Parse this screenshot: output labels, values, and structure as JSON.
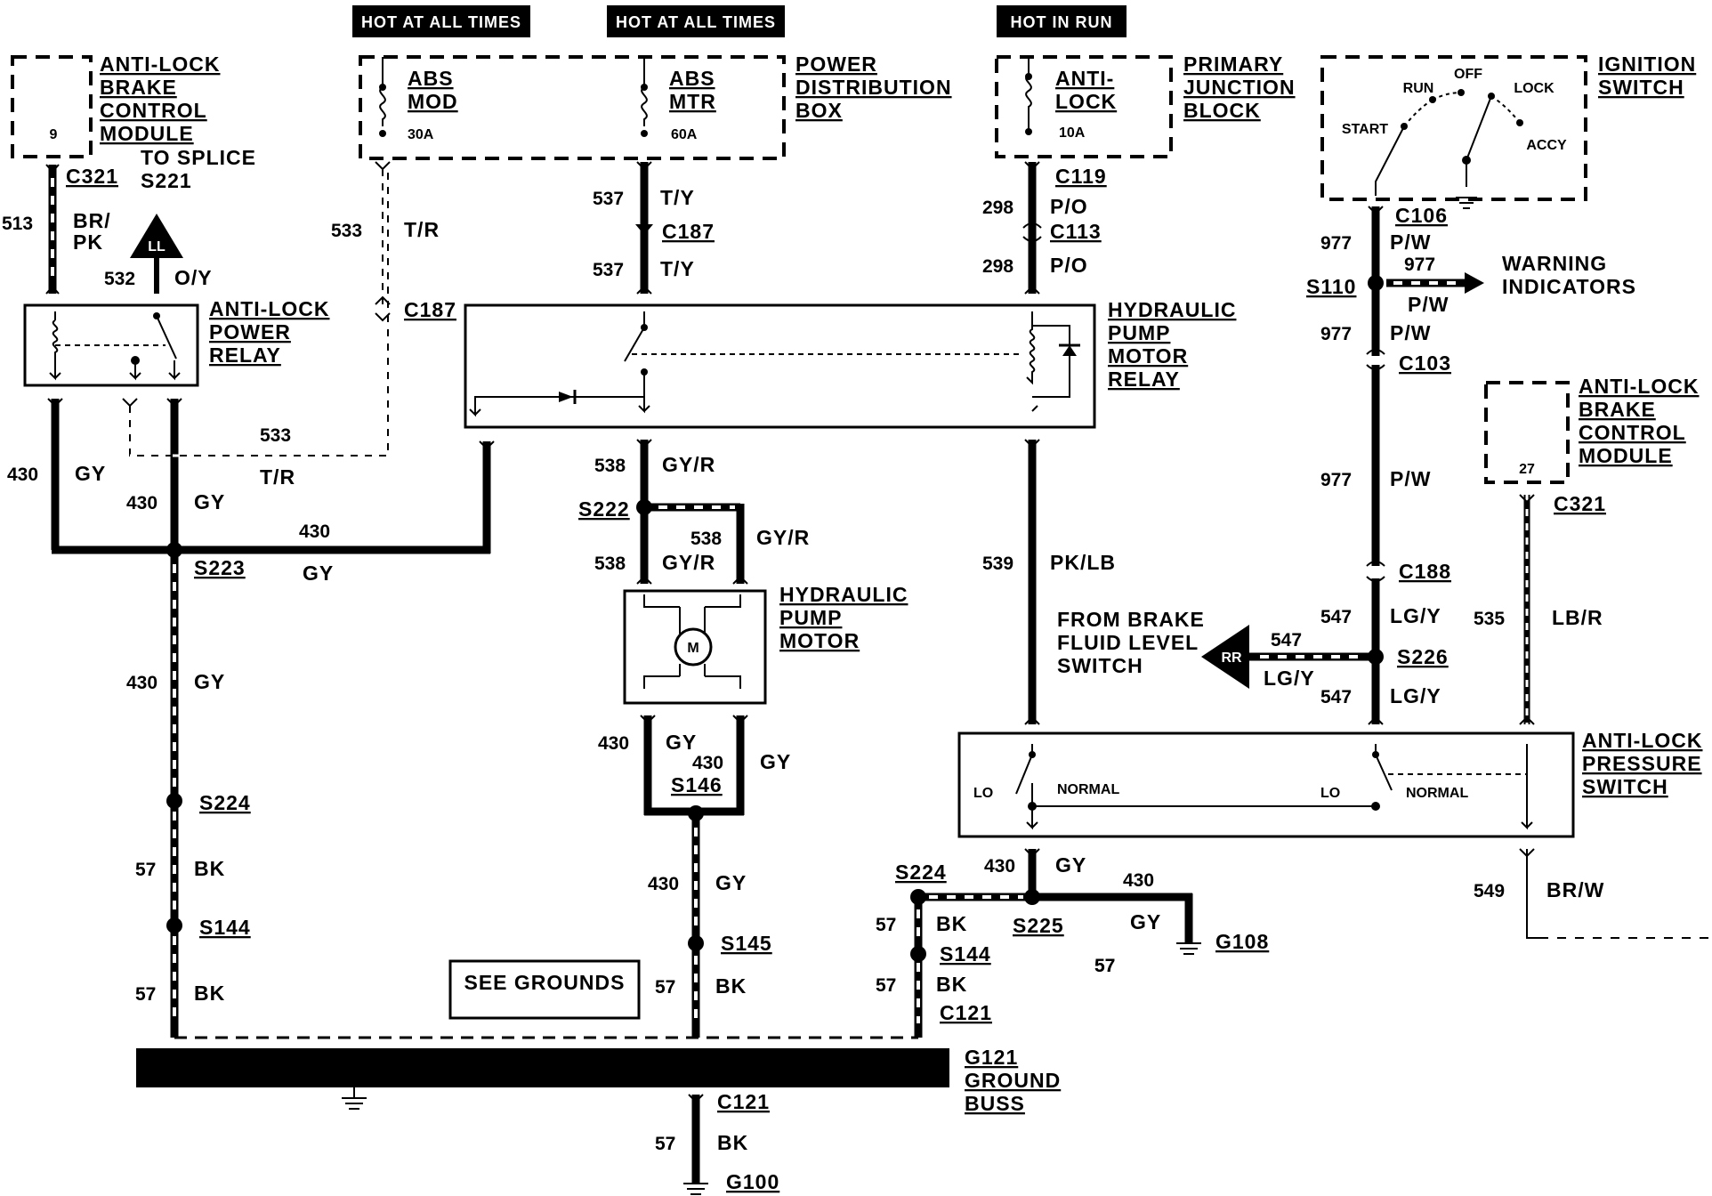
{
  "headers": {
    "hot_all_1": "HOT AT ALL TIMES",
    "hot_all_2": "HOT AT ALL TIMES",
    "hot_run": "HOT IN RUN"
  },
  "components": {
    "abcm_top": [
      "ANTI-LOCK",
      "BRAKE",
      "CONTROL",
      "MODULE"
    ],
    "abcm_top_pin": "9",
    "to_splice": [
      "TO SPLICE",
      "S221"
    ],
    "pdb": [
      "POWER",
      "DISTRIBUTION",
      "BOX"
    ],
    "abs_mod": [
      "ABS",
      "MOD"
    ],
    "abs_mod_amp": "30A",
    "abs_mtr": [
      "ABS",
      "MTR"
    ],
    "abs_mtr_amp": "60A",
    "pjb": [
      "PRIMARY",
      "JUNCTION",
      "BLOCK"
    ],
    "antilock_fuse": [
      "ANTI-",
      "LOCK"
    ],
    "antilock_amp": "10A",
    "ignition": [
      "IGNITION",
      "SWITCH"
    ],
    "ign_positions": [
      "RUN",
      "OFF",
      "LOCK",
      "START",
      "ACCY"
    ],
    "power_relay": [
      "ANTI-LOCK",
      "POWER",
      "RELAY"
    ],
    "pump_relay": [
      "HYDRAULIC",
      "PUMP",
      "MOTOR",
      "RELAY"
    ],
    "pump_motor": [
      "HYDRAULIC",
      "PUMP",
      "MOTOR"
    ],
    "motor_symbol": "M",
    "warning": [
      "WARNING",
      "INDICATORS"
    ],
    "abcm_right": [
      "ANTI-LOCK",
      "BRAKE",
      "CONTROL",
      "MODULE"
    ],
    "abcm_right_pin": "27",
    "fluid_switch": [
      "FROM BRAKE",
      "FLUID LEVEL",
      "SWITCH"
    ],
    "pressure_switch": [
      "ANTI-LOCK",
      "PRESSURE",
      "SWITCH"
    ],
    "ps_positions": [
      "LO",
      "NORMAL",
      "LO",
      "NORMAL"
    ],
    "see_grounds": "SEE GROUNDS",
    "ground_buss": [
      "G121",
      "GROUND",
      "BUSS"
    ],
    "ll_symbol": "LL",
    "rr_symbol": "RR"
  },
  "connectors": {
    "c321_a": "C321",
    "c187_a": "C187",
    "c187_b": "C187",
    "c119": "C119",
    "c113": "C113",
    "c106": "C106",
    "s110": "S110",
    "c103": "C103",
    "c321_b": "C321",
    "c188": "C188",
    "s226": "S226",
    "s222": "S222",
    "s223": "S223",
    "s224_a": "S224",
    "s144_a": "S144",
    "s146": "S146",
    "s145": "S145",
    "s224_b": "S224",
    "s225": "S225",
    "s144_b": "S144",
    "c121_a": "C121",
    "g108": "G108",
    "c121_b": "C121",
    "g100": "G100"
  },
  "wires": {
    "w513": "513",
    "w513_color": [
      "BR/",
      "PK"
    ],
    "w532": "532",
    "w532_color": "O/Y",
    "w533_a": "533",
    "w533_a_color": "T/R",
    "w533_b": "533",
    "w533_b_color": "T/R",
    "w537_a": "537",
    "w537_a_color": "T/Y",
    "w537_b": "537",
    "w537_b_color": "T/Y",
    "w298_a": "298",
    "w298_a_color": "P/O",
    "w298_b": "298",
    "w298_b_color": "P/O",
    "w977_a": "977",
    "w977_a_color": "P/W",
    "w977_b": "977",
    "w977_b_color": "P/W",
    "w977_c": "977",
    "w977_c_color": "P/W",
    "w977_d": "977",
    "w977_d_color": "P/W",
    "w430_a": "430",
    "w430_a_color": "GY",
    "w430_b": "430",
    "w430_b_color": "GY",
    "w430_c": "430",
    "w430_c_color": "GY",
    "w430_d": "430",
    "w430_d_color": "GY",
    "w538_a": "538",
    "w538_a_color": "GY/R",
    "w538_b": "538",
    "w538_b_color": "GY/R",
    "w538_c": "538",
    "w538_c_color": "GY/R",
    "w539": "539",
    "w539_color": "PK/LB",
    "w547_a": "547",
    "w547_a_color": "LG/Y",
    "w547_b": "547",
    "w547_b_color": "LG/Y",
    "w547_c": "547",
    "w547_c_color": "LG/Y",
    "w535": "535",
    "w535_color": "LB/R",
    "w430_e": "430",
    "w430_e_color": "GY",
    "w430_f": "430",
    "w430_f_color": "GY",
    "w430_g": "430",
    "w430_g_color": "GY",
    "w430_h": "430",
    "w430_h_color": "GY",
    "w430_i": "430",
    "w57_a": "57",
    "w57_a_color": "BK",
    "w57_b": "57",
    "w57_b_color": "BK",
    "w57_c": "57",
    "w57_c_color": "BK",
    "w57_d": "57",
    "w57_d_color": "BK",
    "w57_e": "57",
    "w57_e_color": "BK",
    "w57_f": "57",
    "w57_f_color": "GY",
    "w57_g": "57",
    "w57_h": "57",
    "w57_h_color": "BK",
    "w549": "549",
    "w549_color": "BR/W"
  }
}
